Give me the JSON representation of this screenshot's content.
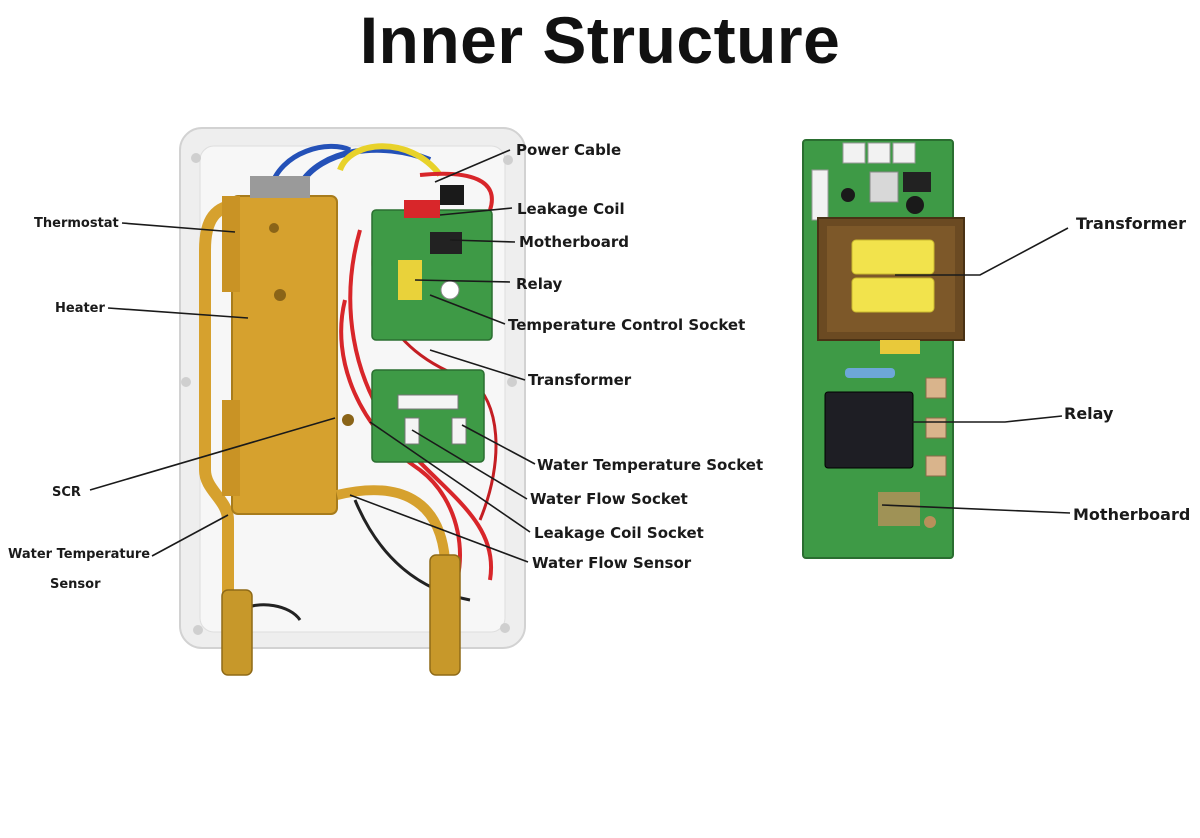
{
  "title": "Inner Structure",
  "heater_labels": {
    "power_cable": "Power Cable",
    "leakage_coil": "Leakage Coil",
    "motherboard": "Motherboard",
    "relay": "Relay",
    "temperature_control_socket": "Temperature Control Socket",
    "transformer": "Transformer",
    "water_temperature_socket": "Water Temperature Socket",
    "water_flow_socket": "Water Flow Socket",
    "leakage_coil_socket": "Leakage Coil Socket",
    "water_flow_sensor": "Water Flow Sensor",
    "thermostat": "Thermostat",
    "heater": "Heater",
    "scr": "SCR",
    "water_temperature_sensor_line1": "Water Temperature",
    "water_temperature_sensor_line2": "Sensor"
  },
  "board_labels": {
    "transformer": "Transformer",
    "relay": "Relay",
    "motherboard": "Motherboard"
  },
  "colors": {
    "heater_gold": "#d6a12e",
    "pcb_green": "#3e9a46",
    "casing_white": "#eeeeee",
    "transformer_yellow": "#f2e34c",
    "transformer_core": "#6b4a22",
    "wire_red": "#d8262a",
    "wire_blue": "#2451b8",
    "wire_yellow": "#e8d22a"
  }
}
